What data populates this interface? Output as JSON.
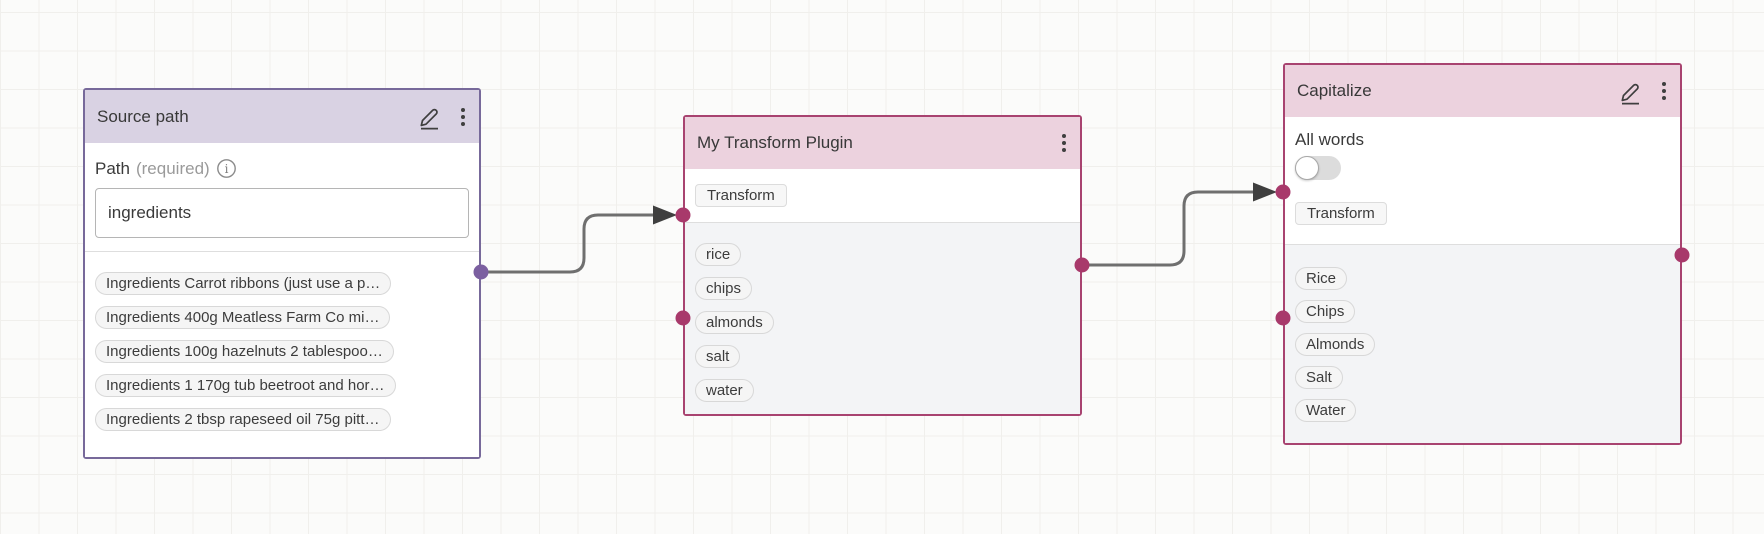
{
  "canvas": {
    "background": "#fbfbfa",
    "grid_color": "#f0efec",
    "wire_color": "#6f6f6f",
    "arrow_color": "#3f3f3f"
  },
  "icons": {
    "edit": "pencil-icon",
    "menu": "kebab-menu-icon",
    "info": "info-icon"
  },
  "nodes": {
    "source": {
      "title": "Source path",
      "border_color": "#77699a",
      "header_bg": "#d9d2e3",
      "port_color": "#7b5fa0",
      "field_label": "Path",
      "field_required": "(required)",
      "input_value": "ingredients",
      "items": [
        "Ingredients Carrot ribbons (just use a p…",
        "Ingredients 400g Meatless Farm Co mi…",
        "Ingredients 100g hazelnuts 2 tablespoo…",
        "Ingredients 1 170g tub beetroot and hor…",
        "Ingredients 2 tbsp rapeseed oil 75g pitt…"
      ]
    },
    "transform": {
      "title": "My Transform Plugin",
      "border_color": "#a84370",
      "header_bg": "#ecd2de",
      "port_color": "#a8396b",
      "tab_label": "Transform",
      "items": [
        "rice",
        "chips",
        "almonds",
        "salt",
        "water"
      ]
    },
    "capitalize": {
      "title": "Capitalize",
      "border_color": "#a84370",
      "header_bg": "#ecd2de",
      "port_color": "#a8396b",
      "toggle_label": "All words",
      "toggle_state": "off",
      "tab_label": "Transform",
      "items": [
        "Rice",
        "Chips",
        "Almonds",
        "Salt",
        "Water"
      ]
    }
  }
}
